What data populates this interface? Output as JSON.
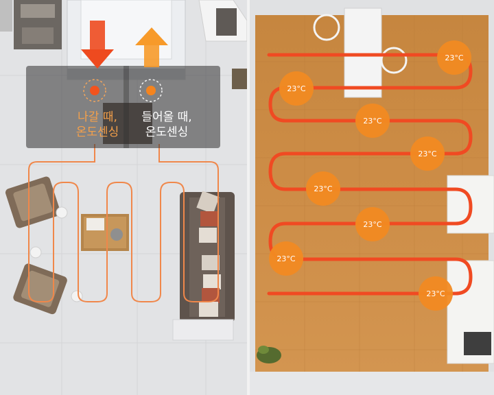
{
  "sensors": {
    "exit": {
      "label": "나갈 때,\n온도센싱",
      "color": "#f5a04a"
    },
    "enter": {
      "label": "들어올 때,\n온도센싱",
      "color": "#ffffff"
    }
  },
  "arrows": {
    "exit_color": "#ee4a1f",
    "enter_color": "#f79a2a"
  },
  "temperature_readings": [
    "23°C",
    "23°C",
    "23°C",
    "23°C",
    "23°C",
    "23°C",
    "23°C",
    "23°C"
  ],
  "colors": {
    "floor_wood": "#c98a45",
    "heat_pipe": "#f04a22",
    "temp_badge": "#f18a22",
    "pipe_line_left": "#f0874a"
  }
}
